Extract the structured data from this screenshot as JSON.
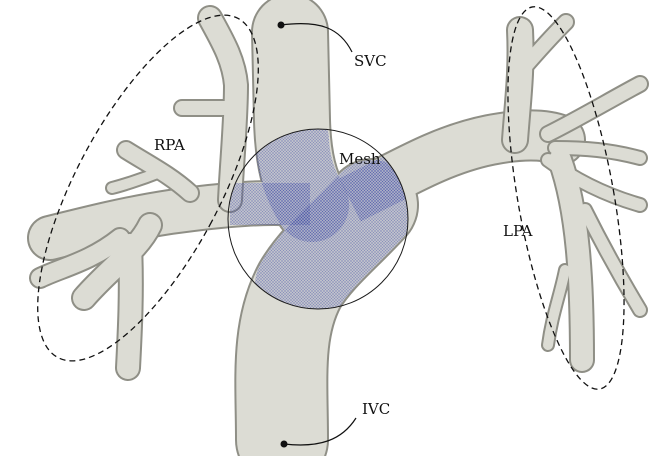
{
  "labels": {
    "svc": "SVC",
    "rpa": "RPA",
    "mesh": "Mesh",
    "lpa": "LPA",
    "ivc": "IVC"
  },
  "colors": {
    "vessel_fill": "#dcdcd4",
    "vessel_edge": "#9a9a90",
    "mesh_tint": "#3c4aa8",
    "ink": "#111111"
  }
}
